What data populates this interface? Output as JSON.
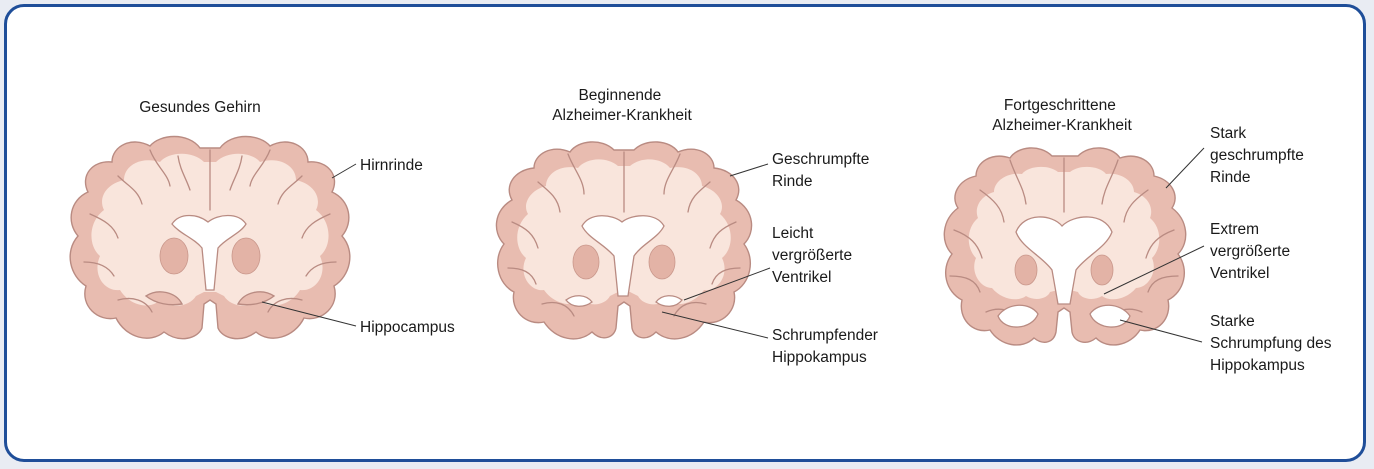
{
  "colors": {
    "frame_border": "#1f4e99",
    "background": "#e9ecf3",
    "cortex": "#e8bcb0",
    "white_matter": "#f9e5dc",
    "outline": "#b98b82"
  },
  "panels": [
    {
      "title": [
        "Gesundes Gehirn"
      ],
      "labels": [
        {
          "lines": [
            "Hirnrinde"
          ]
        },
        {
          "lines": [
            "Hippocampus"
          ]
        }
      ]
    },
    {
      "title": [
        "Beginnende",
        "Alzheimer-Krankheit"
      ],
      "labels": [
        {
          "lines": [
            "Geschrumpfte",
            "Rinde"
          ]
        },
        {
          "lines": [
            "Leicht",
            "vergrößerte",
            "Ventrikel"
          ]
        },
        {
          "lines": [
            "Schrumpfender",
            "Hippokampus"
          ]
        }
      ]
    },
    {
      "title": [
        "Fortgeschrittene",
        "Alzheimer-Krankheit"
      ],
      "labels": [
        {
          "lines": [
            "Stark",
            "geschrumpfte",
            "Rinde"
          ]
        },
        {
          "lines": [
            "Extrem",
            "vergrößerte",
            "Ventrikel"
          ]
        },
        {
          "lines": [
            "Starke",
            "Schrumpfung des",
            "Hippokampus"
          ]
        }
      ]
    }
  ]
}
